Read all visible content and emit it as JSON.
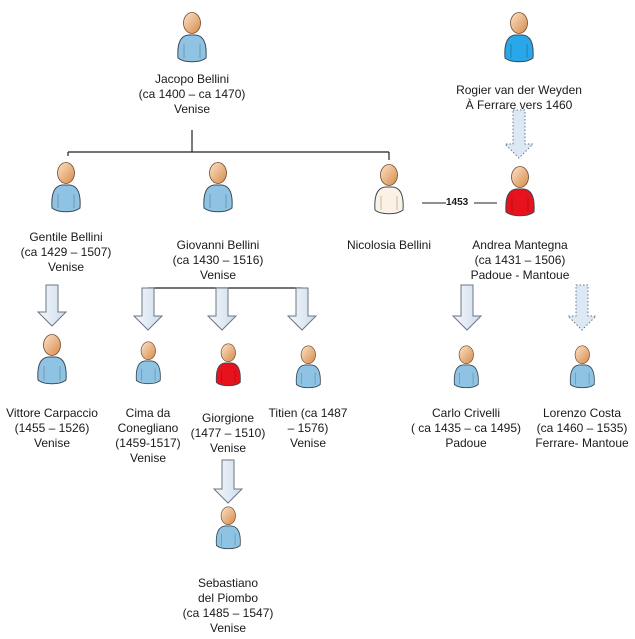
{
  "diagram": {
    "persons": [
      {
        "id": "jacopo",
        "lines": [
          "Jacopo Bellini",
          "(ca 1400 – ca 1470)",
          "Venise"
        ],
        "color": "light-blue"
      },
      {
        "id": "rogier",
        "lines": [
          "Rogier van der Weyden",
          "À Ferrare vers 1460"
        ],
        "color": "bright-blue"
      },
      {
        "id": "gentile",
        "lines": [
          "Gentile Bellini",
          "(ca 1429 – 1507)",
          "Venise"
        ],
        "color": "light-blue"
      },
      {
        "id": "giovanni",
        "lines": [
          "Giovanni Bellini",
          "(ca 1430 – 1516)",
          "Venise"
        ],
        "color": "light-blue"
      },
      {
        "id": "nicolosia",
        "lines": [
          "Nicolosia Bellini"
        ],
        "color": "cream"
      },
      {
        "id": "andrea",
        "lines": [
          "Andrea Mantegna",
          "(ca 1431 – 1506)",
          "Padoue - Mantoue"
        ],
        "color": "red"
      },
      {
        "id": "vittore",
        "lines": [
          "Vittore Carpaccio",
          "(1455 – 1526)",
          "Venise"
        ],
        "color": "light-blue"
      },
      {
        "id": "cima",
        "lines": [
          "Cima da",
          "Conegliano",
          "(1459-1517)",
          "Venise"
        ],
        "color": "light-blue"
      },
      {
        "id": "giorgione",
        "lines": [
          "Giorgione",
          "(1477 – 1510)",
          "Venise"
        ],
        "color": "red"
      },
      {
        "id": "titien",
        "lines": [
          "Titien (ca 1487",
          "– 1576)",
          "Venise"
        ],
        "color": "light-blue"
      },
      {
        "id": "carlo",
        "lines": [
          "Carlo Crivelli",
          "( ca 1435 – ca 1495)",
          "Padoue"
        ],
        "color": "light-blue"
      },
      {
        "id": "lorenzo",
        "lines": [
          "Lorenzo Costa",
          "(ca 1460 – 1535)",
          "Ferrare- Mantoue"
        ],
        "color": "light-blue"
      },
      {
        "id": "sebastiano",
        "lines": [
          "Sebastiano",
          "del Piombo",
          "(ca 1485 – 1547)",
          "Venise"
        ],
        "color": "light-blue"
      }
    ],
    "marriage": {
      "label": "1453",
      "between": [
        "nicolosia",
        "andrea"
      ]
    },
    "relations": [
      {
        "from": "jacopo",
        "to": [
          "gentile",
          "giovanni",
          "nicolosia"
        ],
        "type": "parent"
      },
      {
        "from": "rogier",
        "to": [
          "andrea"
        ],
        "type": "influence-dotted"
      },
      {
        "from": "gentile",
        "to": [
          "vittore"
        ],
        "type": "master-arrow"
      },
      {
        "from": "giovanni",
        "to": [
          "cima",
          "giorgione",
          "titien"
        ],
        "type": "master-arrow"
      },
      {
        "from": "giorgione",
        "to": [
          "sebastiano"
        ],
        "type": "master-arrow"
      },
      {
        "from": "andrea",
        "to": [
          "carlo"
        ],
        "type": "master-arrow"
      },
      {
        "from": "andrea",
        "to": [
          "lorenzo"
        ],
        "type": "influence-dotted"
      }
    ],
    "colors": {
      "light-blue": "#8ec3e3",
      "bright-blue": "#2aa7e8",
      "red": "#e8121c",
      "cream": "#fbf1e4",
      "skin": "#e9ab72",
      "arrow-fill": "#dde8f5",
      "arrow-stroke": "#6c7684"
    }
  }
}
